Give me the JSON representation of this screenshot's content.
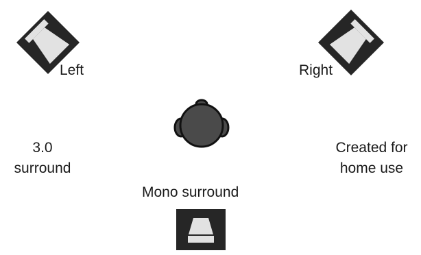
{
  "labels": {
    "left_speaker": "Left",
    "right_speaker": "Right",
    "surround_speaker": "Mono surround",
    "format_line1": "3.0",
    "format_line2": "surround",
    "note_line1": "Created for",
    "note_line2": "home use"
  },
  "colors": {
    "speaker_body": "#262626",
    "speaker_cone": "#dcdcdc",
    "head_fill": "#4a4a4a",
    "head_outline": "#111111",
    "text": "#1a1a1a"
  },
  "icons": [
    "speaker-icon",
    "listener-head-icon"
  ]
}
